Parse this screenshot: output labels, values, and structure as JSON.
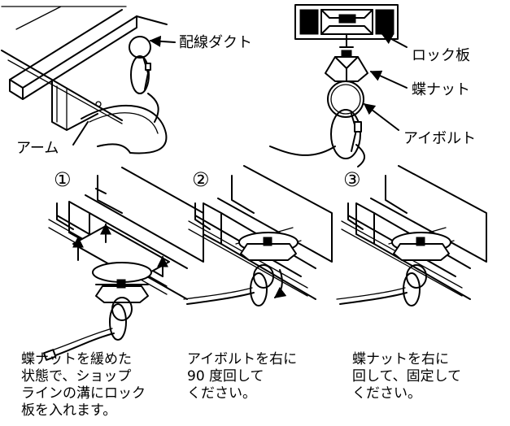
{
  "labels": {
    "duct": "配線ダクト",
    "arm": "アーム",
    "lock_plate": "ロック板",
    "wing_nut": "蝶ナット",
    "eyebolt": "アイボルト"
  },
  "steps": [
    {
      "number": "①",
      "caption": "蝶ナットを緩めた\n状態で、ショップ\nラインの溝にロック\n板を入れます。"
    },
    {
      "number": "②",
      "caption": "アイボルトを右に\n90 度回して\nください。"
    },
    {
      "number": "③",
      "caption": "蝶ナットを右に\n回して、固定して\nください。"
    }
  ]
}
